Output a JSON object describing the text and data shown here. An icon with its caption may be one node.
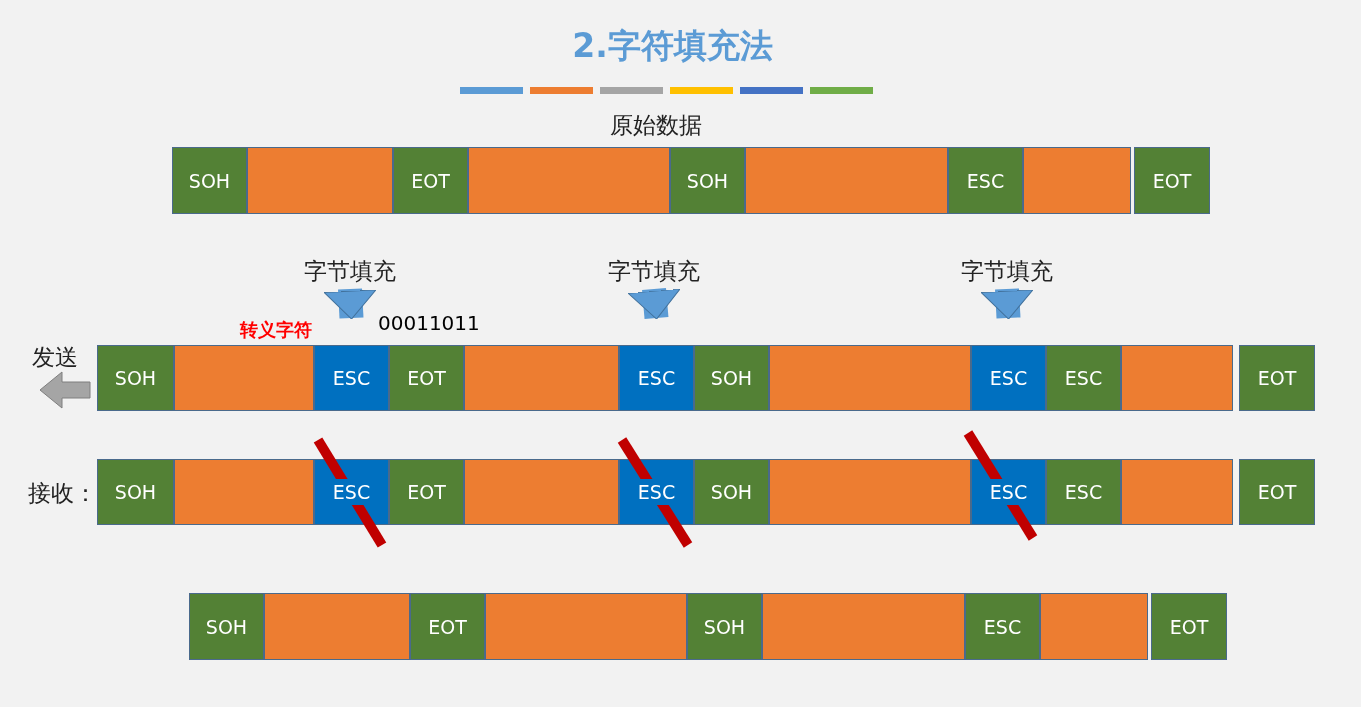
{
  "diagram": {
    "title": "2.字符填充法",
    "nodes": [
      {
        "text": [
          "SOH"
        ]
      },
      {
        "text": [],
        "shape": "box"
      },
      {
        "text": [
          "EOT"
        ]
      },
      {
        "text": [],
        "shape": "box"
      },
      {
        "text": [
          "SOH"
        ]
      },
      {
        "text": [],
        "shape": "box"
      },
      {
        "text": [
          "ESC"
        ]
      },
      {
        "text": [],
        "shape": "box"
      },
      {
        "text": [
          "EOT"
        ]
      },
      {
        "text": [
          "字节填充"
        ]
      },
      {
        "text": [
          "字节填充"
        ]
      },
      {
        "text": [
          "字节填充"
        ]
      },
      {
        "text": [
          "SOH"
        ]
      },
      {
        "text": [],
        "shape": "box"
      },
      {
        "text": [
          "ESC"
        ]
      },
      {
        "text": [
          "EOT"
        ]
      },
      {
        "text": [],
        "shape": "box"
      },
      {
        "text": [
          "ESC"
        ]
      },
      {
        "text": [
          "SOH"
        ]
      },
      {
        "text": [],
        "shape": "box"
      },
      {
        "text": [
          "ESC"
        ]
      },
      {
        "text": [
          "ESC"
        ]
      },
      {
        "text": [],
        "shape": "box"
      },
      {
        "text": [
          "EOT"
        ]
      },
      {
        "text": [
          "SOH"
        ]
      },
      {
        "text": [],
        "shape": "box"
      },
      {
        "text": [
          "ESC"
        ]
      },
      {
        "text": [
          "EOT"
        ]
      },
      {
        "text": [],
        "shape": "box"
      },
      {
        "text": [
          "ESC"
        ]
      },
      {
        "text": [
          "SOH"
        ]
      },
      {
        "text": [],
        "shape": "box"
      },
      {
        "text": [
          "ESC"
        ]
      },
      {
        "text": [
          "ESC"
        ]
      },
      {
        "text": [],
        "shape": "box"
      },
      {
        "text": [
          "EOT"
        ]
      },
      {
        "text": [
          "SOH"
        ]
      },
      {
        "text": [],
        "shape": "box"
      },
      {
        "text": [
          "EOT"
        ]
      },
      {
        "text": [],
        "shape": "box"
      },
      {
        "text": [
          "SOH"
        ]
      },
      {
        "text": [],
        "shape": "box"
      },
      {
        "text": [
          "ESC"
        ]
      },
      {
        "text": [],
        "shape": "box"
      },
      {
        "text": [
          "EOT"
        ]
      }
    ],
    "edges": [
      {
        "from": 9,
        "to": 14,
        "arrow": "to"
      },
      {
        "from": 10,
        "to": 17,
        "arrow": "to"
      },
      {
        "from": 11,
        "to": 20,
        "arrow": "to"
      }
    ],
    "labels": [
      "原始数据",
      "转义字符",
      "00011011",
      "发送",
      "接收："
    ]
  }
}
